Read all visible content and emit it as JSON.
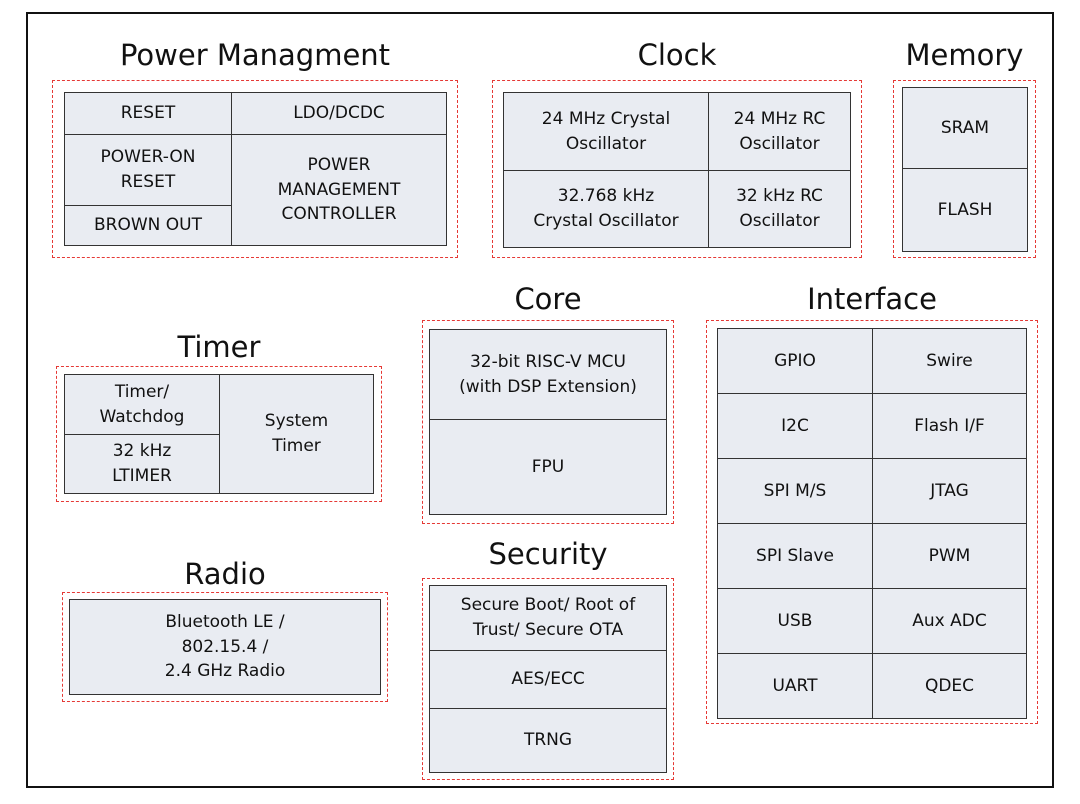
{
  "power": {
    "title": "Power Managment",
    "reset": "RESET",
    "ldo": "LDO/DCDC",
    "por": "POWER-ON\nRESET",
    "pmc": "POWER\nMANAGEMENT\nCONTROLLER",
    "brownout": "BROWN OUT"
  },
  "clock": {
    "title": "Clock",
    "xtal24": "24 MHz Crystal\nOscillator",
    "rc24": "24 MHz RC\nOscillator",
    "xtal32": "32.768 kHz\nCrystal Oscillator",
    "rc32": "32 kHz RC\nOscillator"
  },
  "memory": {
    "title": "Memory",
    "sram": "SRAM",
    "flash": "FLASH"
  },
  "timer": {
    "title": "Timer",
    "watchdog": "Timer/\nWatchdog",
    "ltimer": "32 kHz\nLTIMER",
    "system": "System\nTimer"
  },
  "core": {
    "title": "Core",
    "mcu": "32-bit RISC-V MCU\n(with DSP Extension)",
    "fpu": "FPU"
  },
  "interface": {
    "title": "Interface",
    "items": [
      "GPIO",
      "Swire",
      "I2C",
      "Flash I/F",
      "SPI M/S",
      "JTAG",
      "SPI Slave",
      "PWM",
      "USB",
      "Aux ADC",
      "UART",
      "QDEC"
    ]
  },
  "radio": {
    "title": "Radio",
    "ble": "Bluetooth LE /\n802.15.4 /\n2.4 GHz Radio"
  },
  "security": {
    "title": "Security",
    "boot": "Secure Boot/ Root of\nTrust/ Secure OTA",
    "aes": "AES/ECC",
    "trng": "TRNG"
  },
  "colors": {
    "block_fill": "#e9ecf2",
    "group_border": "#e53935",
    "frame_border": "#111111"
  }
}
